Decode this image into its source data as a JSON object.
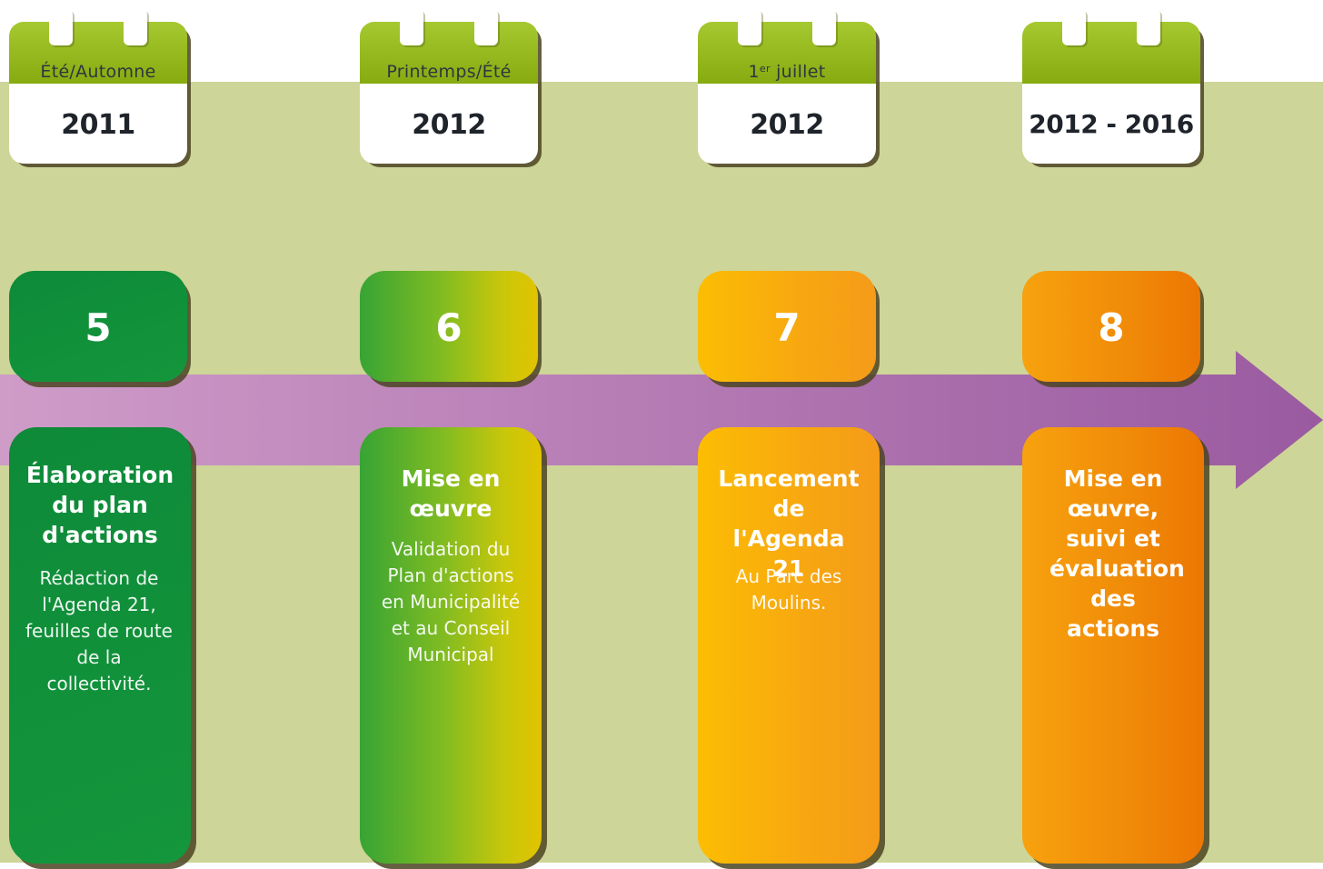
{
  "steps": [
    {
      "period": "Été/Automne",
      "period_sup": "",
      "year": "2011",
      "number": "5",
      "title": "Élaboration du plan d'actions",
      "body": "Rédaction de l'Agenda 21, feuilles de route de la collectivité."
    },
    {
      "period": "Printemps/Été",
      "period_sup": "",
      "year": "2012",
      "number": "6",
      "title": "Mise en œuvre",
      "body": "Validation du Plan d'actions en Municipalité et au Conseil Municipal"
    },
    {
      "period_prefix": "1",
      "period_sup": "er",
      "period": " juillet",
      "year": "2012",
      "number": "7",
      "title": "Lancement de l'Agenda 21",
      "body": "Au Parc des Moulins."
    },
    {
      "period": "",
      "period_sup": "",
      "year": "2012 - 2016",
      "number": "8",
      "title": "Mise en œuvre, suivi et évaluation des actions",
      "body": ""
    }
  ],
  "colors": {
    "band": "#cdd598",
    "arrow_start": "#cf9cc8",
    "arrow_end": "#9a5aa0",
    "step5": "#0e8a39",
    "step6": "#7fbb22",
    "step7": "#fcbd03",
    "step8": "#ec7703"
  }
}
